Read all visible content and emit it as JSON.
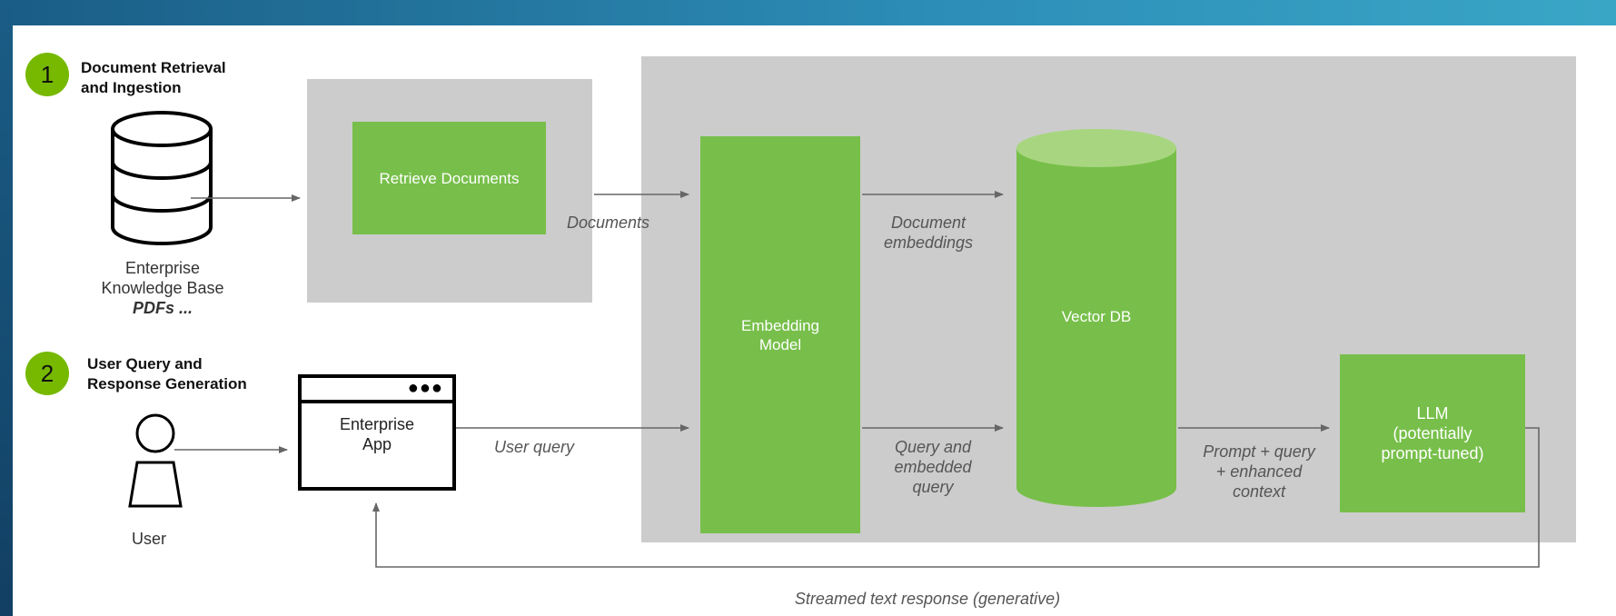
{
  "steps": [
    {
      "number": "1",
      "label_line1": "Document Retrieval",
      "label_line2": "and Ingestion"
    },
    {
      "number": "2",
      "label_line1": "User Query and",
      "label_line2": "Response Generation"
    }
  ],
  "knowledge_base": {
    "line1": "Enterprise",
    "line2": "Knowledge Base",
    "line3": "PDFs ..."
  },
  "user": {
    "label": "User"
  },
  "app": {
    "line1": "Enterprise",
    "line2": "App"
  },
  "nodes": {
    "retrieve": "Retrieve Documents",
    "embedding_line1": "Embedding",
    "embedding_line2": "Model",
    "vector_db": "Vector DB",
    "llm_line1": "LLM",
    "llm_line2": "(potentially",
    "llm_line3": "prompt-tuned)"
  },
  "edges": {
    "documents": "Documents",
    "doc_emb_line1": "Document",
    "doc_emb_line2": "embeddings",
    "user_query": "User query",
    "qe_line1": "Query and",
    "qe_line2": "embedded",
    "qe_line3": "query",
    "pq_line1": "Prompt + query",
    "pq_line2": "+ enhanced",
    "pq_line3": "context",
    "streamed": "Streamed text response (generative)"
  },
  "colors": {
    "green": "#77bf4a",
    "badge_green": "#76b900",
    "panel_gray": "#cccccc",
    "arrow_gray": "#666666"
  }
}
